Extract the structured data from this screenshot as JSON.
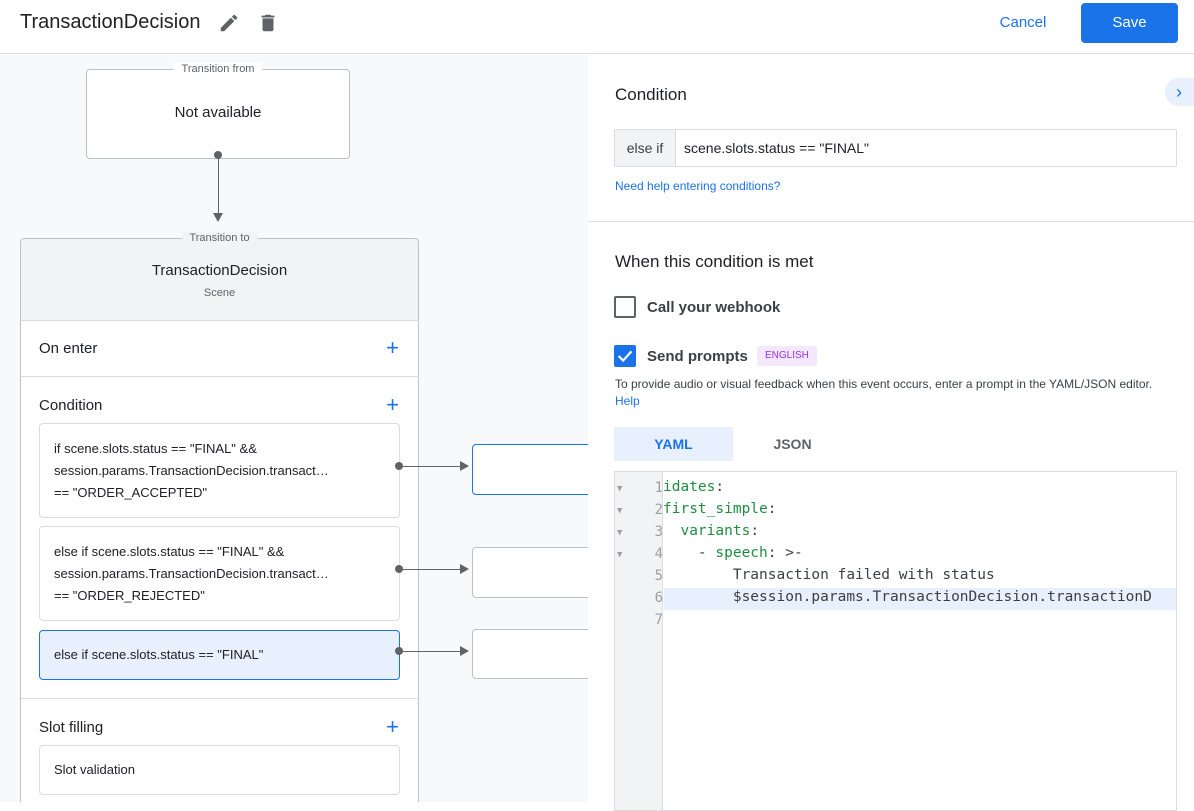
{
  "header": {
    "title": "TransactionDecision",
    "edit_icon": "pencil-icon",
    "delete_icon": "trash-icon",
    "cancel_label": "Cancel",
    "save_label": "Save"
  },
  "canvas": {
    "transition_from": {
      "legend": "Transition from",
      "value": "Not available"
    },
    "transition_to": {
      "legend": "Transition to",
      "scene_name": "TransactionDecision",
      "scene_type": "Scene"
    },
    "sections": {
      "on_enter": "On enter",
      "condition": "Condition",
      "slot_filling": "Slot filling"
    },
    "conditions": [
      {
        "line1": "if scene.slots.status == \"FINAL\" &&",
        "line2": "session.params.TransactionDecision.transact…",
        "line3": "== \"ORDER_ACCEPTED\""
      },
      {
        "line1": "else if scene.slots.status == \"FINAL\" &&",
        "line2": "session.params.TransactionDecision.transact…",
        "line3": "== \"ORDER_REJECTED\""
      },
      {
        "line1": "else if scene.slots.status == \"FINAL\"",
        "selected": true
      }
    ],
    "slot_validation": "Slot validation"
  },
  "panel": {
    "condition_title": "Condition",
    "condition_prefix": "else if",
    "condition_value": "scene.slots.status == \"FINAL\"",
    "help_link": "Need help entering conditions?",
    "met_title": "When this condition is met",
    "webhook_label": "Call your webhook",
    "webhook_checked": false,
    "prompts_label": "Send prompts",
    "prompts_checked": true,
    "language_badge": "ENGLISH",
    "description": "To provide audio or visual feedback when this event occurs, enter a prompt in the YAML/JSON editor.",
    "description_link": "Help",
    "tabs": [
      {
        "label": "YAML",
        "active": true
      },
      {
        "label": "JSON",
        "active": false
      }
    ],
    "editor_lines": [
      "1",
      "2",
      "3",
      "4",
      "5",
      "6",
      "7"
    ],
    "code": {
      "l1k": "idates",
      "l2k": "first_simple",
      "l3k": "variants",
      "l4p": "    - ",
      "l4k": "speech",
      "l4v": " >-",
      "l5": "        Transaction failed with status",
      "l6": "        $session.params.TransactionDecision.transactionD"
    }
  },
  "colors": {
    "accent": "#1a73e8",
    "selected_bg": "#e8f0fe",
    "badge_bg": "#f3e8fd",
    "badge_text": "#9334e6",
    "yaml_key": "#1e8e3e"
  }
}
